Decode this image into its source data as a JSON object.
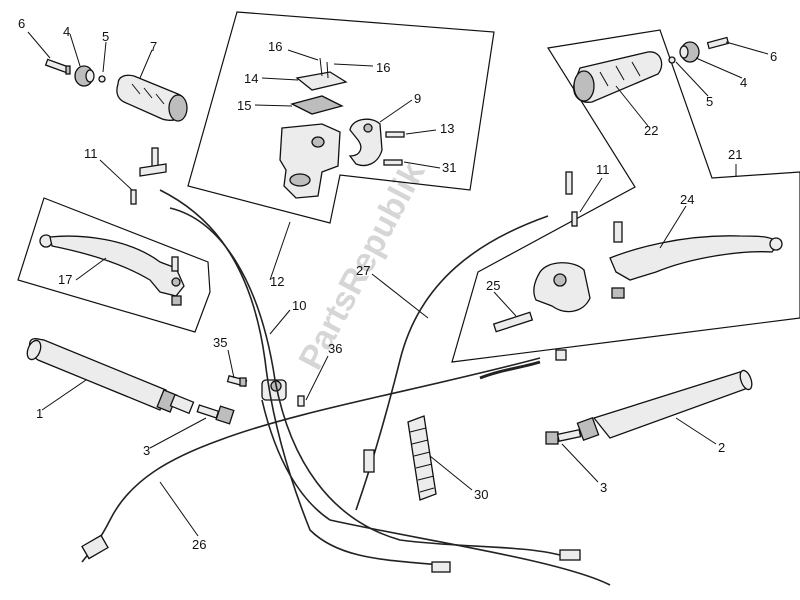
{
  "watermark": "PartsRepublik",
  "callouts": [
    {
      "id": "c6l",
      "label": "6"
    },
    {
      "id": "c4l",
      "label": "4"
    },
    {
      "id": "c5l",
      "label": "5"
    },
    {
      "id": "c7",
      "label": "7"
    },
    {
      "id": "c16a",
      "label": "16"
    },
    {
      "id": "c16b",
      "label": "16"
    },
    {
      "id": "c14",
      "label": "14"
    },
    {
      "id": "c15",
      "label": "15"
    },
    {
      "id": "c9",
      "label": "9"
    },
    {
      "id": "c13",
      "label": "13"
    },
    {
      "id": "c31",
      "label": "31"
    },
    {
      "id": "c11l",
      "label": "11"
    },
    {
      "id": "c17",
      "label": "17"
    },
    {
      "id": "c12",
      "label": "12"
    },
    {
      "id": "c10",
      "label": "10"
    },
    {
      "id": "c35",
      "label": "35"
    },
    {
      "id": "c36",
      "label": "36"
    },
    {
      "id": "c1",
      "label": "1"
    },
    {
      "id": "c3l",
      "label": "3"
    },
    {
      "id": "c26",
      "label": "26"
    },
    {
      "id": "c27",
      "label": "27"
    },
    {
      "id": "c30",
      "label": "30"
    },
    {
      "id": "c22",
      "label": "22"
    },
    {
      "id": "c5r",
      "label": "5"
    },
    {
      "id": "c4r",
      "label": "4"
    },
    {
      "id": "c6r",
      "label": "6"
    },
    {
      "id": "c21",
      "label": "21"
    },
    {
      "id": "c11r",
      "label": "11"
    },
    {
      "id": "c24",
      "label": "24"
    },
    {
      "id": "c25",
      "label": "25"
    },
    {
      "id": "c2",
      "label": "2"
    },
    {
      "id": "c3r",
      "label": "3"
    }
  ]
}
